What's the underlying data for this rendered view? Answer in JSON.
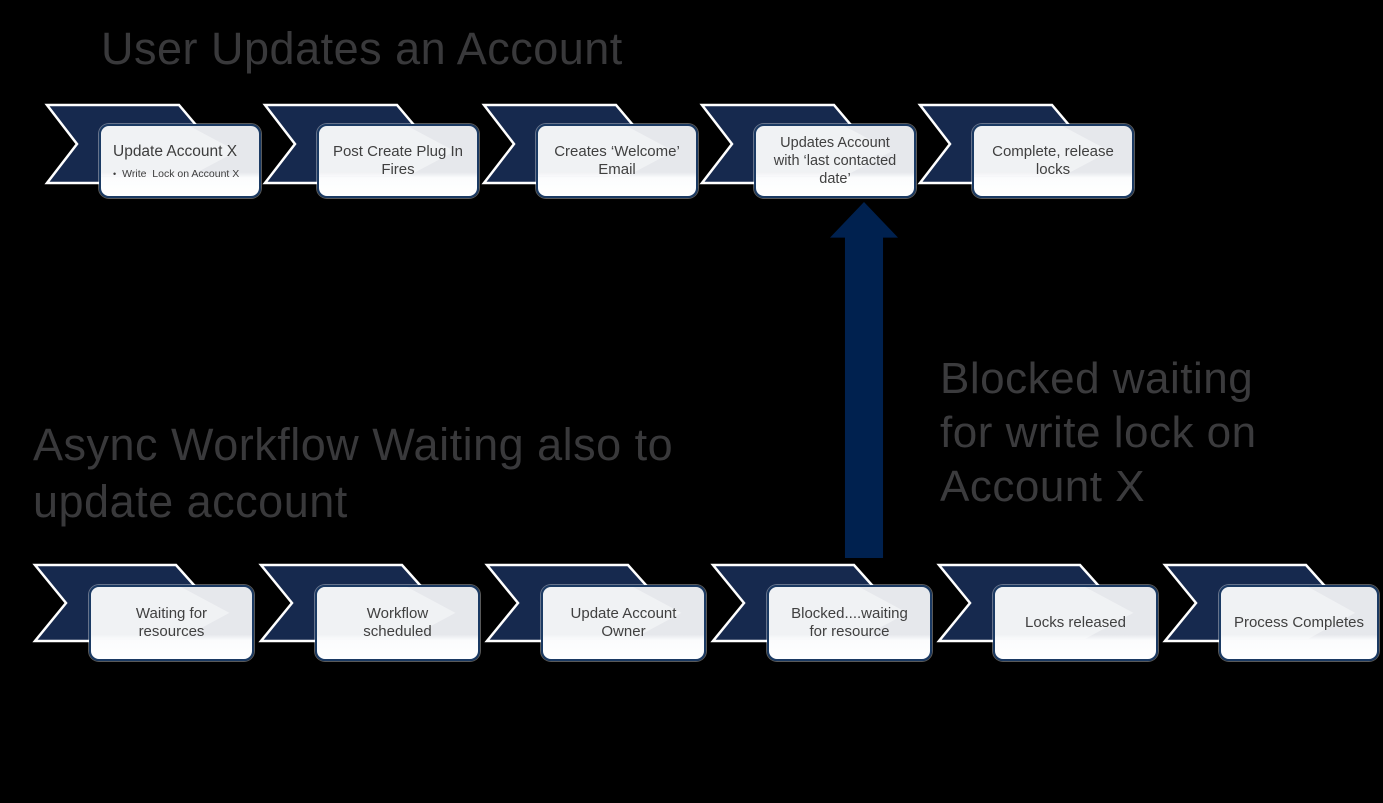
{
  "titles": {
    "top": "User Updates an Account",
    "async_lines": [
      "Async Workflow Waiting also to",
      "update account"
    ]
  },
  "annotation": {
    "lines": [
      "Blocked waiting",
      "for write lock on",
      "Account X"
    ]
  },
  "top_row": {
    "steps": [
      {
        "title": "Update Account X",
        "bullet_glyph": "•",
        "bullet": "Write  Lock on Account X"
      },
      {
        "lines": [
          "Post Create Plug In",
          "Fires"
        ]
      },
      {
        "lines": [
          "Creates ‘Welcome’",
          "Email"
        ]
      },
      {
        "lines": [
          "Updates Account",
          "with ‘last contacted",
          "date’"
        ]
      },
      {
        "lines": [
          "Complete, release",
          "locks"
        ]
      }
    ]
  },
  "bottom_row": {
    "steps": [
      {
        "lines": [
          "Waiting for",
          "resources"
        ]
      },
      {
        "lines": [
          "Workflow",
          "scheduled"
        ]
      },
      {
        "lines": [
          "Update Account",
          "Owner"
        ]
      },
      {
        "lines": [
          "Blocked....waiting",
          "for resource"
        ]
      },
      {
        "lines": [
          "Locks released"
        ]
      },
      {
        "lines": [
          "Process Completes"
        ]
      }
    ]
  },
  "colors": {
    "background": "#000000",
    "chevron_fill": "#16294e",
    "chevron_outline": "#ffffff",
    "box_border": "#1b3a63",
    "box_fill_top": "#e6e8ec",
    "box_fill_bottom": "#ffffff",
    "box_text": "#404040",
    "arrow": "#00214f",
    "title_text": "#39393b"
  }
}
